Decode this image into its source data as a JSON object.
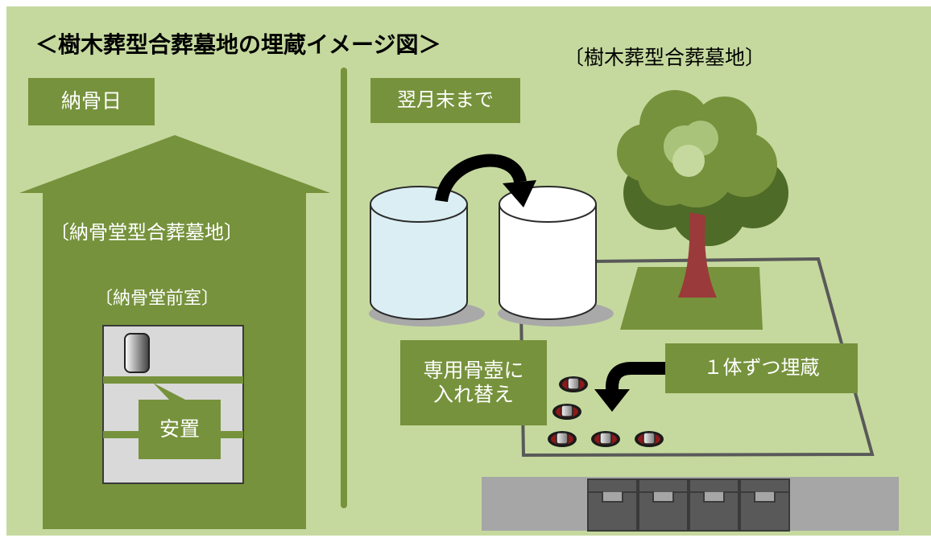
{
  "title": "＜樹木葬型合葬墓地の埋蔵イメージ図＞",
  "left_panel": {
    "header": "納骨日",
    "building_label": "〔納骨堂型合葬墓地〕",
    "room_label": "〔納骨堂前室〕",
    "placement_label": "安置"
  },
  "right_panel": {
    "header": "翌月末まで",
    "site_label": "〔樹木葬型合葬墓地〕",
    "transfer_label_line1": "専用骨壺に",
    "transfer_label_line2": "入れ替え",
    "burial_label": "１体ずつ埋蔵"
  },
  "colors": {
    "background": "#c5d99e",
    "dark_green": "#76923c",
    "tree_trunk": "#9b3a3a",
    "grass_patch": "#6b8e23",
    "urn_blue": "#dbeef4",
    "gray": "#a6a6a6",
    "dark_gray": "#595959",
    "arrow": "#000000"
  }
}
